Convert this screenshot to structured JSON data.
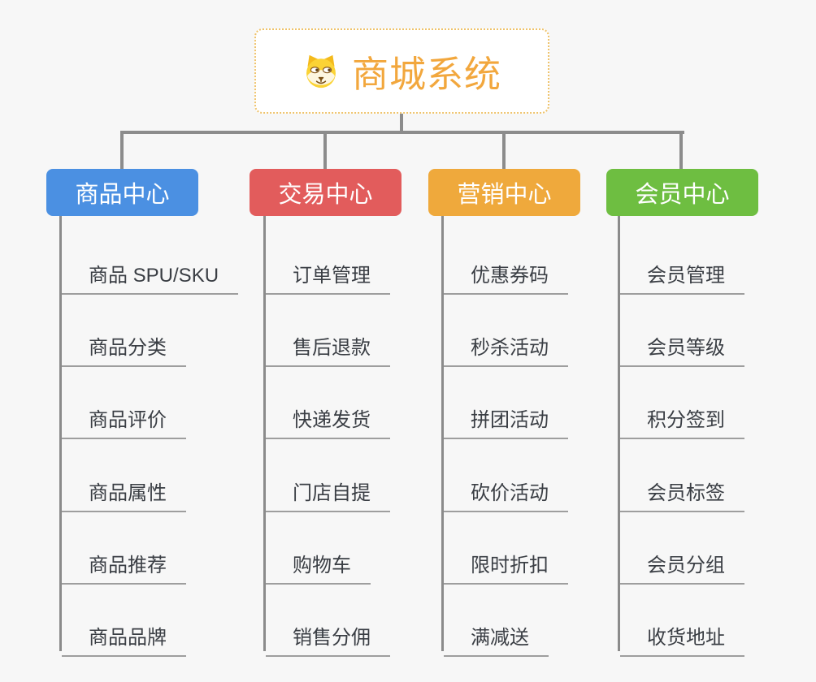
{
  "root": {
    "title": "商城系统",
    "icon": "dog-face-icon"
  },
  "branches": [
    {
      "label": "商品中心",
      "color": "#4b90e2",
      "items": [
        "商品 SPU/SKU",
        "商品分类",
        "商品评价",
        "商品属性",
        "商品推荐",
        "商品品牌"
      ]
    },
    {
      "label": "交易中心",
      "color": "#e25c5c",
      "items": [
        "订单管理",
        "售后退款",
        "快递发货",
        "门店自提",
        "购物车",
        "销售分佣"
      ]
    },
    {
      "label": "营销中心",
      "color": "#efa93c",
      "items": [
        "优惠券码",
        "秒杀活动",
        "拼团活动",
        "砍价活动",
        "限时折扣",
        "满减送"
      ]
    },
    {
      "label": "会员中心",
      "color": "#6ebe41",
      "items": [
        "会员管理",
        "会员等级",
        "积分签到",
        "会员标签",
        "会员分组",
        "收货地址"
      ]
    }
  ],
  "colors": {
    "background": "#f7f7f7",
    "connector": "#8c8c8c",
    "leaf_underline": "#9e9e9e",
    "leaf_text": "#3a3e44",
    "root_border": "#efc36b",
    "root_title": "#f2a73d"
  }
}
